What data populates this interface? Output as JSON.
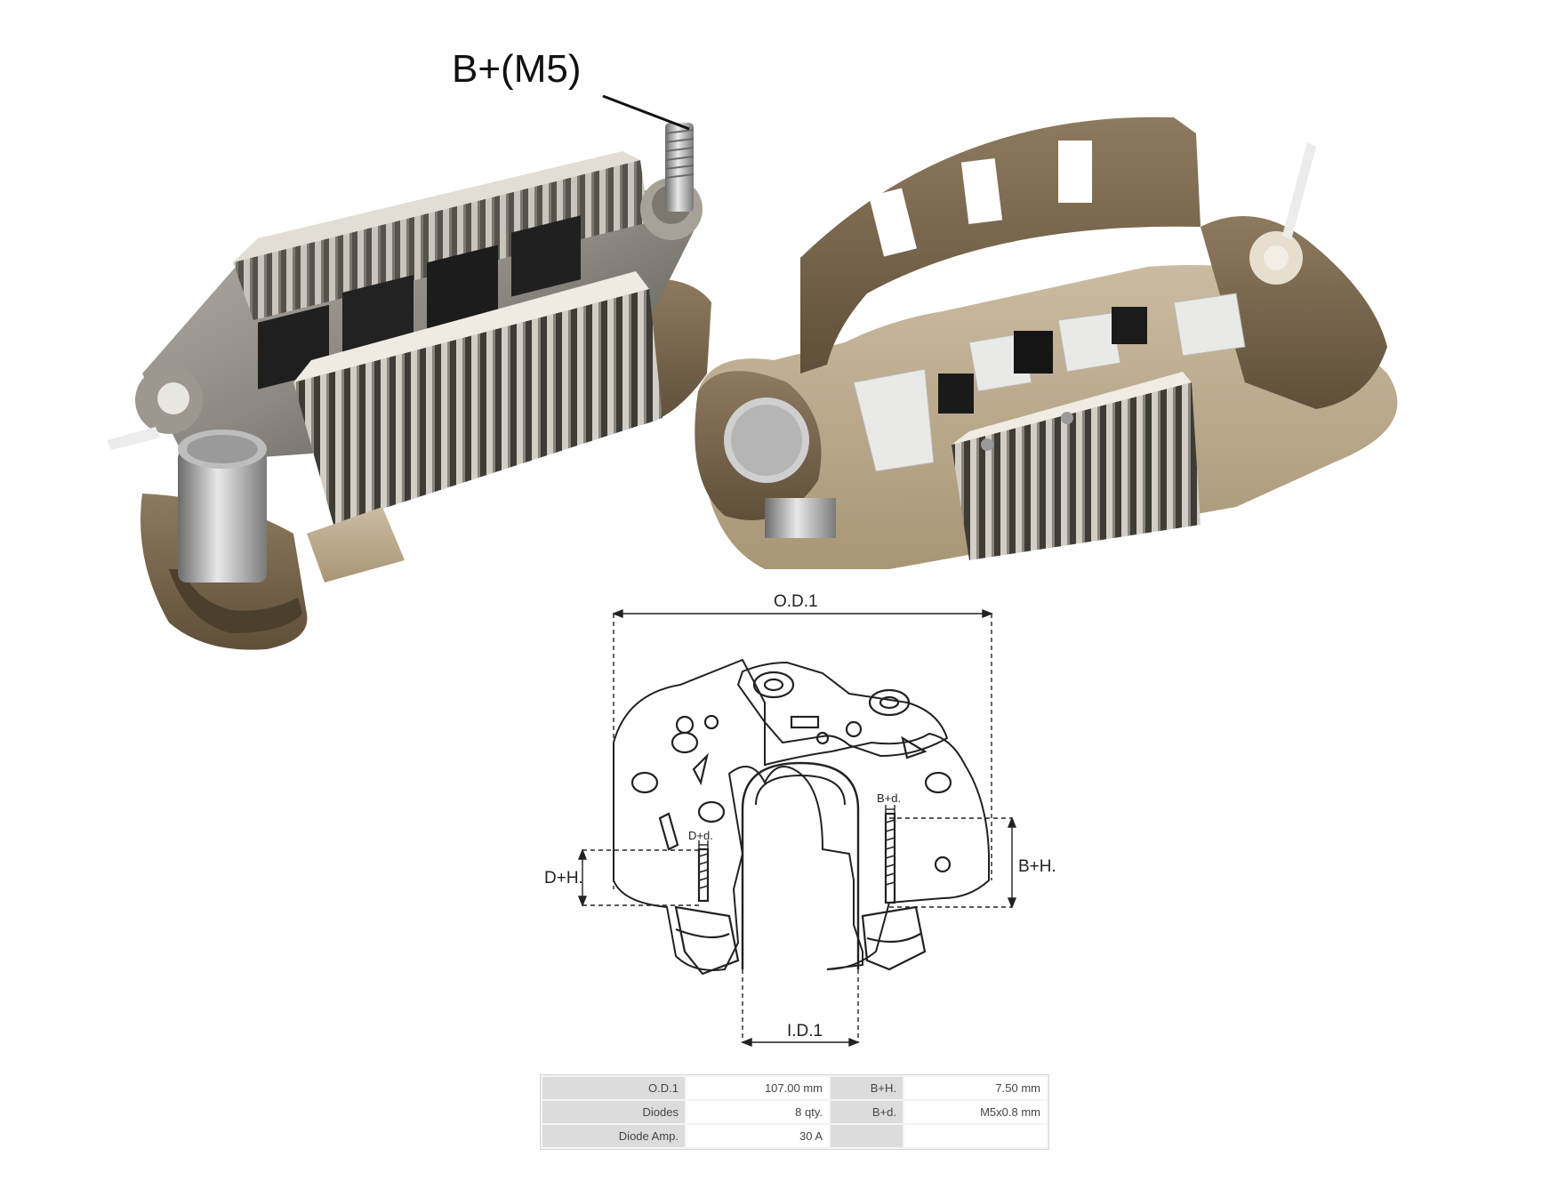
{
  "annotation": {
    "terminal_label": "B+(M5)"
  },
  "diagram": {
    "labels": {
      "od": "O.D.1",
      "id": "I.D.1",
      "dh": "D+H.",
      "bh": "B+H.",
      "dd": "D+d.",
      "bd": "B+d."
    }
  },
  "specs": {
    "rows": [
      {
        "l1": "O.D.1",
        "v1": "107.00 mm",
        "l2": "B+H.",
        "v2": "7.50 mm"
      },
      {
        "l1": "Diodes",
        "v1": "8 qty.",
        "l2": "B+d.",
        "v2": "M5x0.8 mm"
      },
      {
        "l1": "Diode Amp.",
        "v1": "30 A",
        "l2": "",
        "v2": ""
      }
    ]
  }
}
